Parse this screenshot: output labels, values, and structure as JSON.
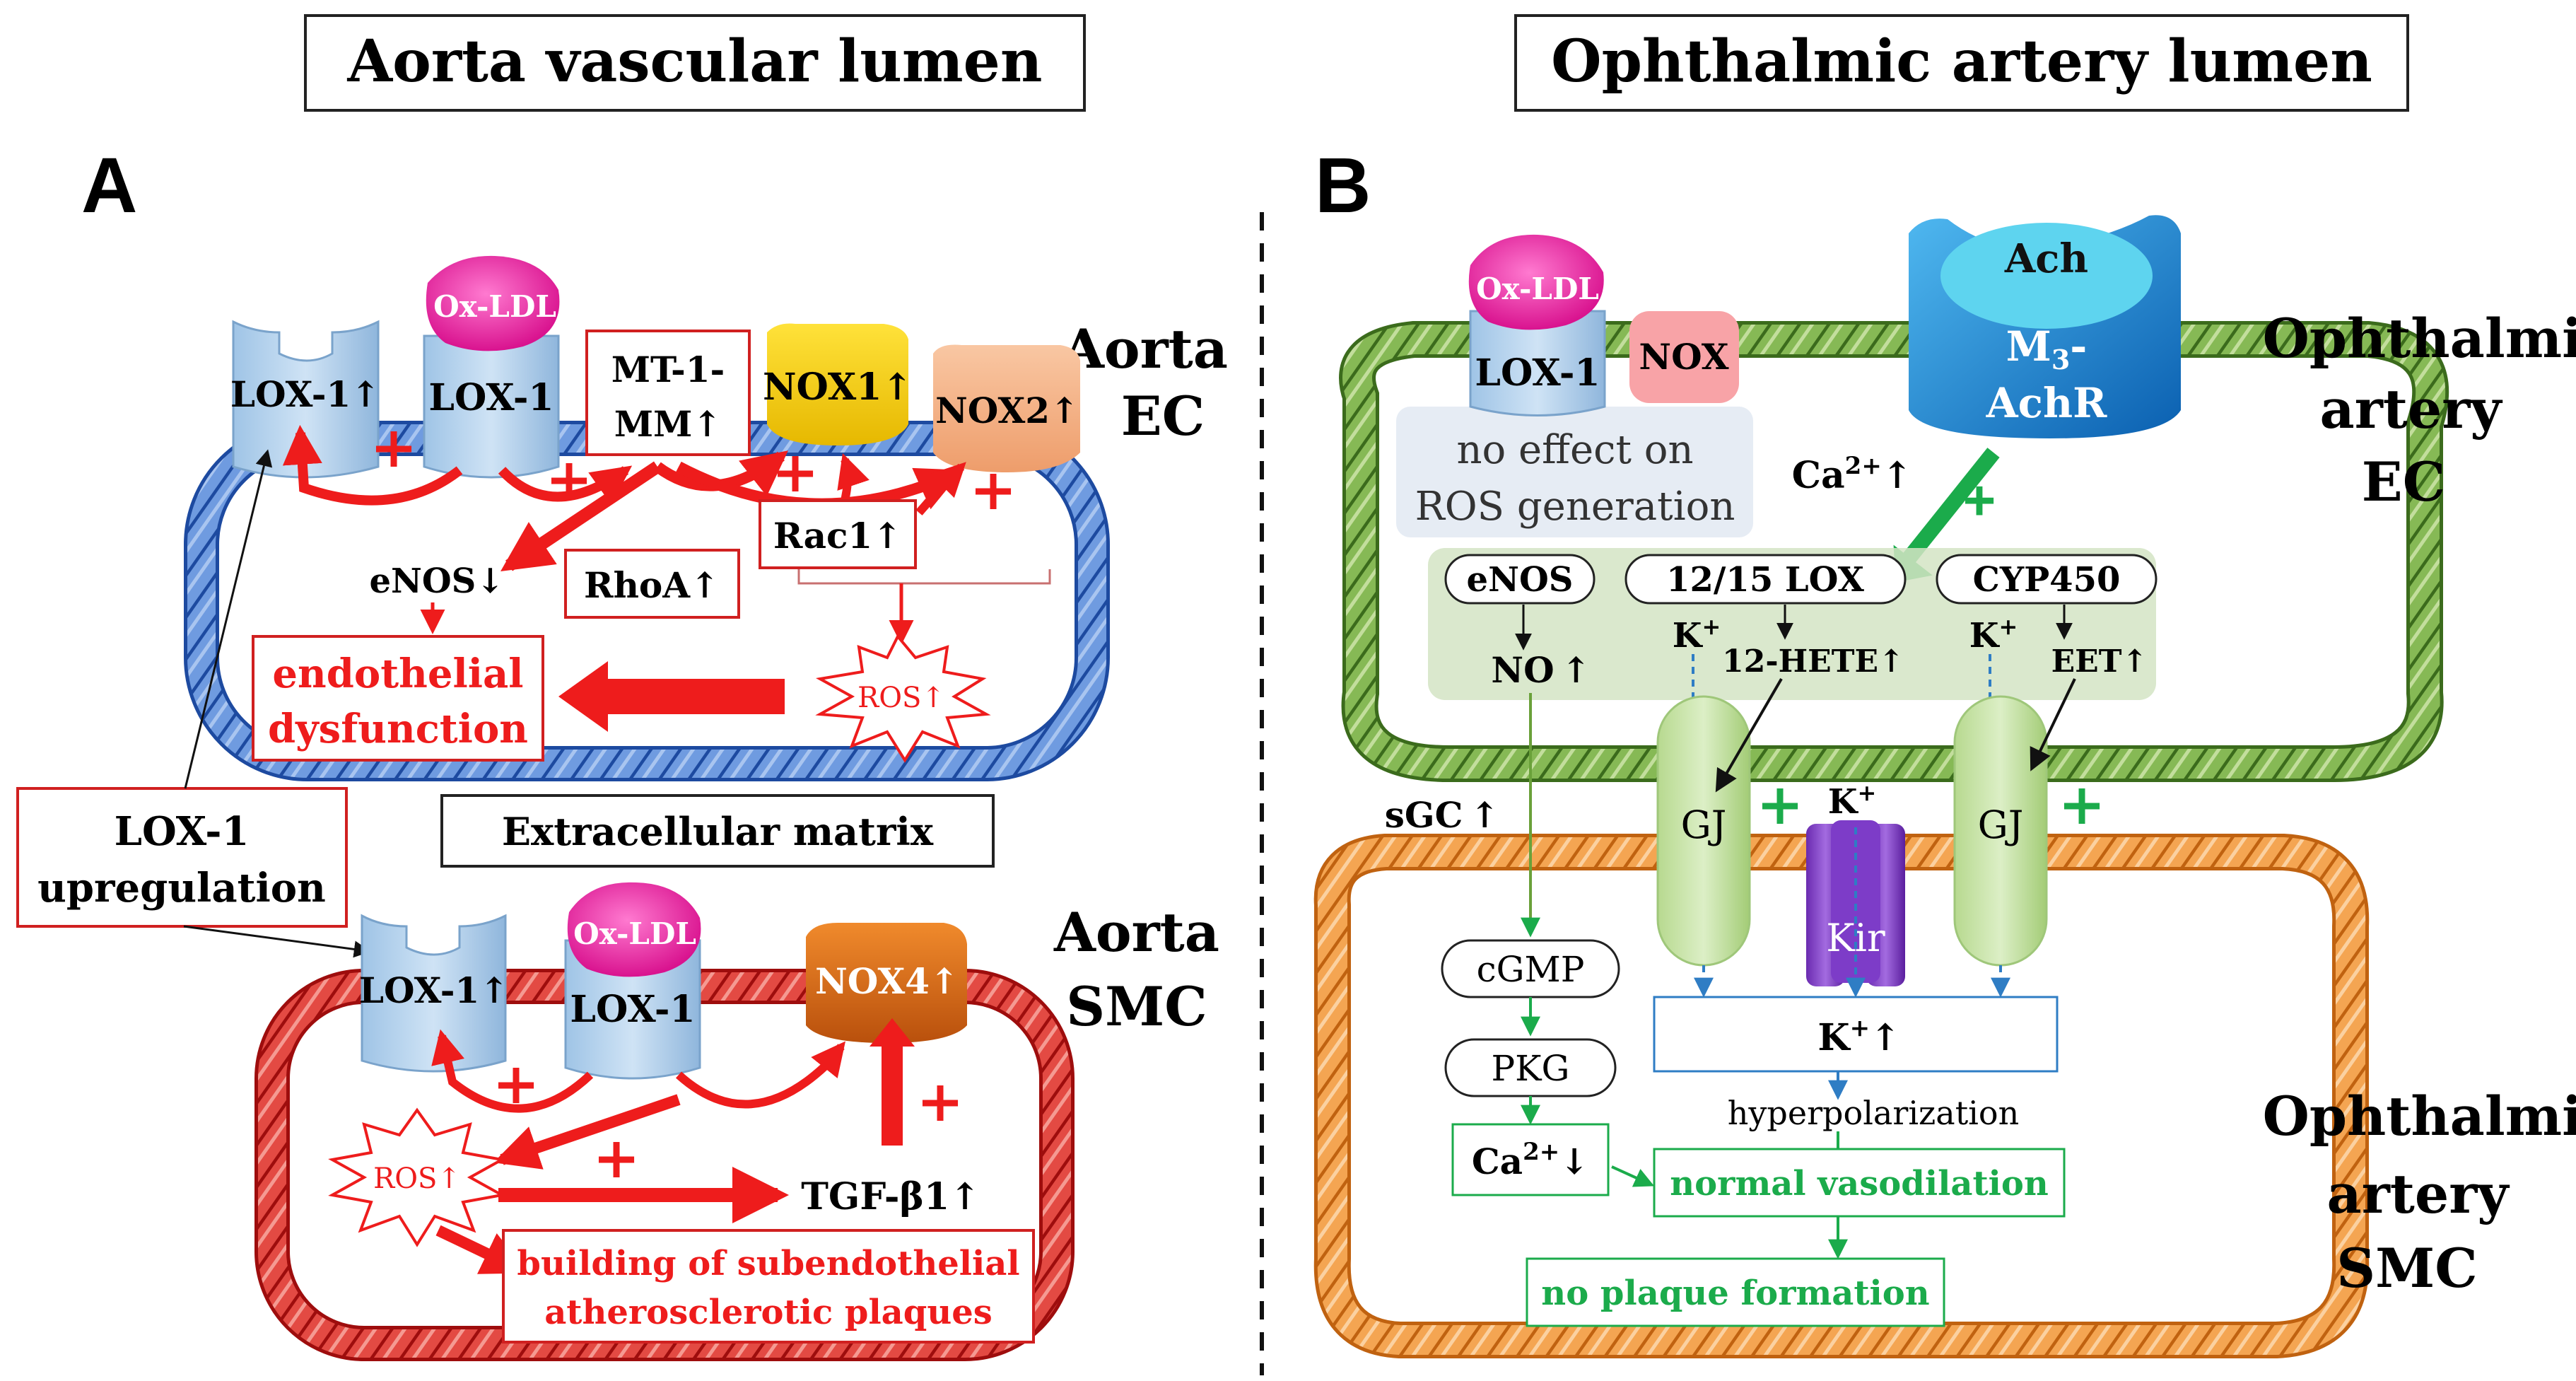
{
  "titles": {
    "left": "Aorta vascular lumen",
    "right": "Ophthalmic artery lumen"
  },
  "panels": {
    "a": "A",
    "b": "B"
  },
  "aorta_ec": {
    "label_line1": "Aorta",
    "label_line2": "EC",
    "oxldl": "Ox-LDL",
    "lox1_up": "LOX-1",
    "lox1": "LOX-1",
    "mmp_line1": "MT-1-",
    "mmp_line2": "MM",
    "nox1": "NOX1",
    "nox2": "NOX2",
    "rac1": "Rac1",
    "rhoa": "RhoA",
    "enos": "eNOS",
    "ros": "ROS",
    "dysfunction_line1": "endothelial",
    "dysfunction_line2": "dysfunction",
    "up_arrow": "↑",
    "down_arrow": "↓",
    "plus": "+"
  },
  "ecm": "Extracellular matrix",
  "lox1_upregulation": {
    "line1": "LOX-1",
    "line2": "upregulation"
  },
  "aorta_smc": {
    "label_line1": "Aorta",
    "label_line2": "SMC",
    "oxldl": "Ox-LDL",
    "lox1_up": "LOX-1",
    "lox1": "LOX-1",
    "nox4": "NOX4",
    "ros": "ROS",
    "tgf": "TGF-β1",
    "plaque_line1": "building of subendothelial",
    "plaque_line2": "atherosclerotic plaques"
  },
  "oph_ec": {
    "label_line1": "Ophthalmic",
    "label_line2": "artery",
    "label_line3": "EC",
    "oxldl": "Ox-LDL",
    "lox1": "LOX-1",
    "nox": "NOX",
    "no_effect_line1": "no effect on",
    "no_effect_line2": "ROS generation",
    "ach": "Ach",
    "m3": "M",
    "m3_sub": "3",
    "m3_tail": "-",
    "achr": "AchR",
    "ca_up": "Ca",
    "ca_sup": "2+",
    "enos": "eNOS",
    "lox1215": "12/15 LOX",
    "cyp": "CYP450",
    "no": "NO",
    "k": "K",
    "k_sup": "+",
    "hete": "12-HETE",
    "eet": "EET"
  },
  "oph_smc": {
    "label_line1": "Ophthalmic",
    "label_line2": "artery",
    "label_line3": "SMC",
    "sgc": "sGC",
    "gj": "GJ",
    "kir": "Kir",
    "cgmp": "cGMP",
    "pkg": "PKG",
    "ca_down": "Ca",
    "k_up": "K",
    "hyperpolarization": "hyperpolarization",
    "vasodilation": "normal vasodilation",
    "no_plaque": "no plaque formation"
  },
  "colors": {
    "red": "#ee1c1c",
    "green": "#1bab4b",
    "blue_membrane": "#3f74cf",
    "red_membrane": "#d8231f",
    "green_membrane": "#5f9a32",
    "orange_membrane": "#ee8a2a"
  }
}
